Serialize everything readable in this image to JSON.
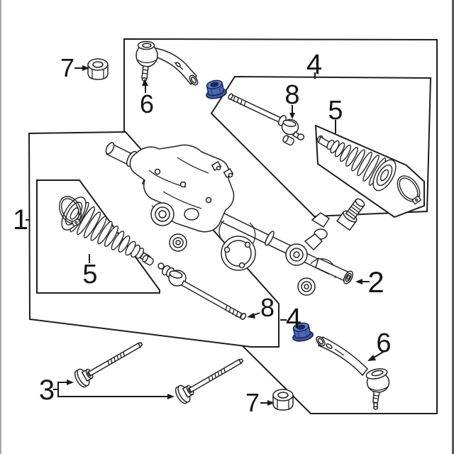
{
  "diagram": {
    "kind": "exploded-parts-line-drawing",
    "subject": "rack-and-pinion-steering-gear-with-tie-rods",
    "background_color": "#ffffff",
    "line_color": "#232323",
    "highlight_color": "#3f5fae",
    "labels": {
      "l1": "1",
      "l2": "2",
      "l3": "3",
      "l4a": "4",
      "l4b": "4",
      "l5a": "5",
      "l5b": "5",
      "l6a": "6",
      "l6b": "6",
      "l7a": "7",
      "l7b": "7",
      "l8a": "8",
      "l8b": "8"
    }
  }
}
